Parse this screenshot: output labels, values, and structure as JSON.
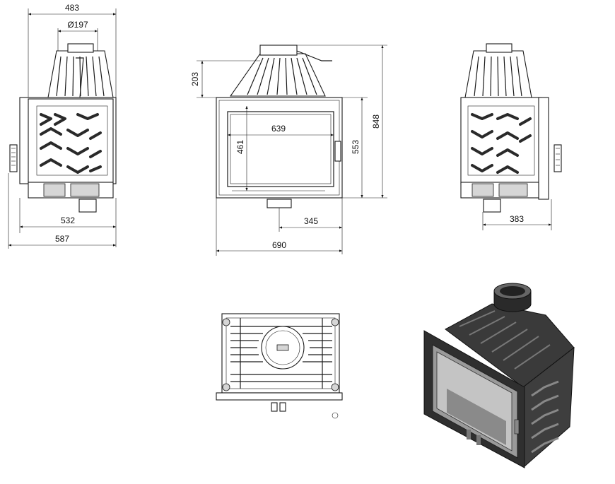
{
  "dimensions": {
    "side_left_width": "483",
    "flue_diameter": "Ø197",
    "side_left_depth": "532",
    "side_left_total_depth": "587",
    "front_hood_height": "203",
    "front_glass_width": "639",
    "front_glass_height": "461",
    "front_door_height": "553",
    "front_total_height": "848",
    "front_flue_offset": "345",
    "front_total_width": "690",
    "side_right_offset": "383"
  }
}
